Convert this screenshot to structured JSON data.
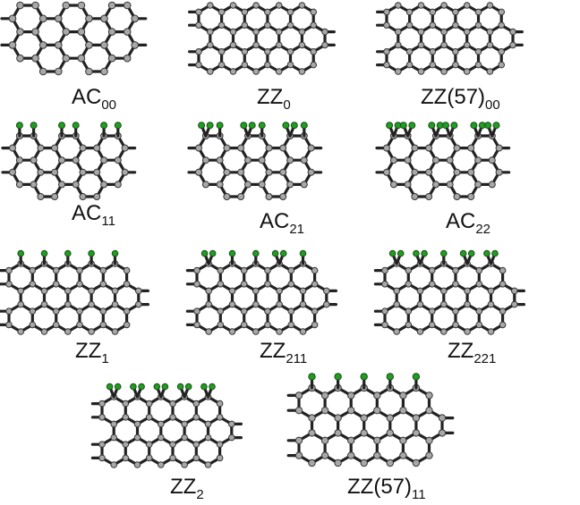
{
  "colors": {
    "carbon": "#a8a8a8",
    "hydrogen": "#1f9e1f",
    "bond": "#222222",
    "background": "#ffffff"
  },
  "panels": [
    {
      "id": "ac00",
      "label": {
        "base": "AC",
        "sub": "00"
      },
      "edge": "armchair",
      "h_pattern": "none"
    },
    {
      "id": "zz0",
      "label": {
        "base": "ZZ",
        "sub": "0"
      },
      "edge": "zigzag",
      "h_pattern": "none"
    },
    {
      "id": "zz57-00",
      "label": {
        "base": "ZZ(57)",
        "sub": "00"
      },
      "edge": "zz57",
      "h_pattern": "none"
    },
    {
      "id": "ac11",
      "label": {
        "base": "AC",
        "sub": "11"
      },
      "edge": "armchair",
      "h_pattern": "single"
    },
    {
      "id": "ac21",
      "label": {
        "base": "AC",
        "sub": "21"
      },
      "edge": "armchair",
      "h_pattern": "double-single"
    },
    {
      "id": "ac22",
      "label": {
        "base": "AC",
        "sub": "22"
      },
      "edge": "armchair",
      "h_pattern": "double"
    },
    {
      "id": "zz1",
      "label": {
        "base": "ZZ",
        "sub": "1"
      },
      "edge": "zigzag",
      "h_pattern": "single"
    },
    {
      "id": "zz211",
      "label": {
        "base": "ZZ",
        "sub": "211"
      },
      "edge": "zigzag",
      "h_pattern": "211"
    },
    {
      "id": "zz221",
      "label": {
        "base": "ZZ",
        "sub": "221"
      },
      "edge": "zigzag",
      "h_pattern": "221"
    },
    {
      "id": "zz2",
      "label": {
        "base": "ZZ",
        "sub": "2"
      },
      "edge": "zigzag",
      "h_pattern": "double"
    },
    {
      "id": "zz57-11",
      "label": {
        "base": "ZZ(57)",
        "sub": "11"
      },
      "edge": "zz57",
      "h_pattern": "single"
    }
  ]
}
